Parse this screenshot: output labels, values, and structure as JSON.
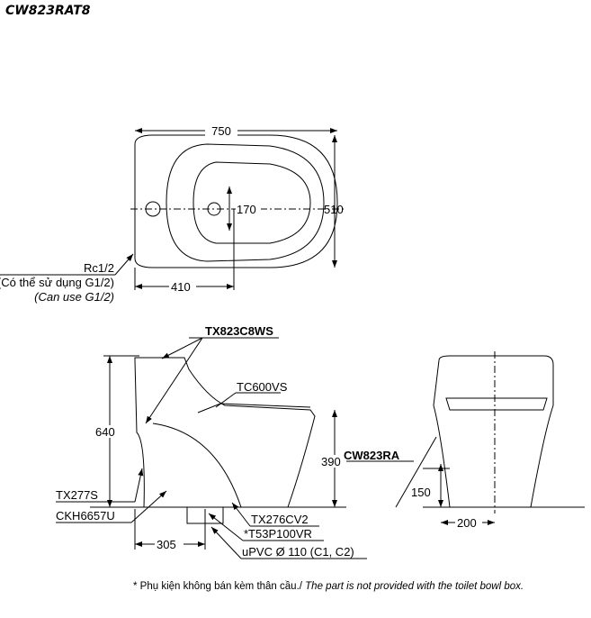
{
  "title": "CW823RAT8",
  "top_view": {
    "width": "750",
    "depth": "510",
    "bolt_spacing": "170",
    "outlet_distance": "410",
    "inlet": "Rc1/2",
    "inlet_note_vi": "(Có thể sử dụng G1/2)",
    "inlet_note_en": "(Can use G1/2)"
  },
  "side_view": {
    "tank_part": "TX823C8WS",
    "seat_part": "TC600VS",
    "height": "640",
    "seat_height": "390",
    "valve_part": "TX277S",
    "adapter_part": "CKH6657U",
    "bolt_part": "TX276CV2",
    "flange_part": "*T53P100VR",
    "pipe": "uPVC Ø 110 (C1, C2)",
    "rough_in": "305"
  },
  "front_view": {
    "model": "CW823RA",
    "inlet_height": "150",
    "inlet_offset": "200"
  },
  "footnote_vi": "* Phụ kiện không bán kèm thân cầu./ ",
  "footnote_en": "The part is not provided with the toilet bowl box."
}
